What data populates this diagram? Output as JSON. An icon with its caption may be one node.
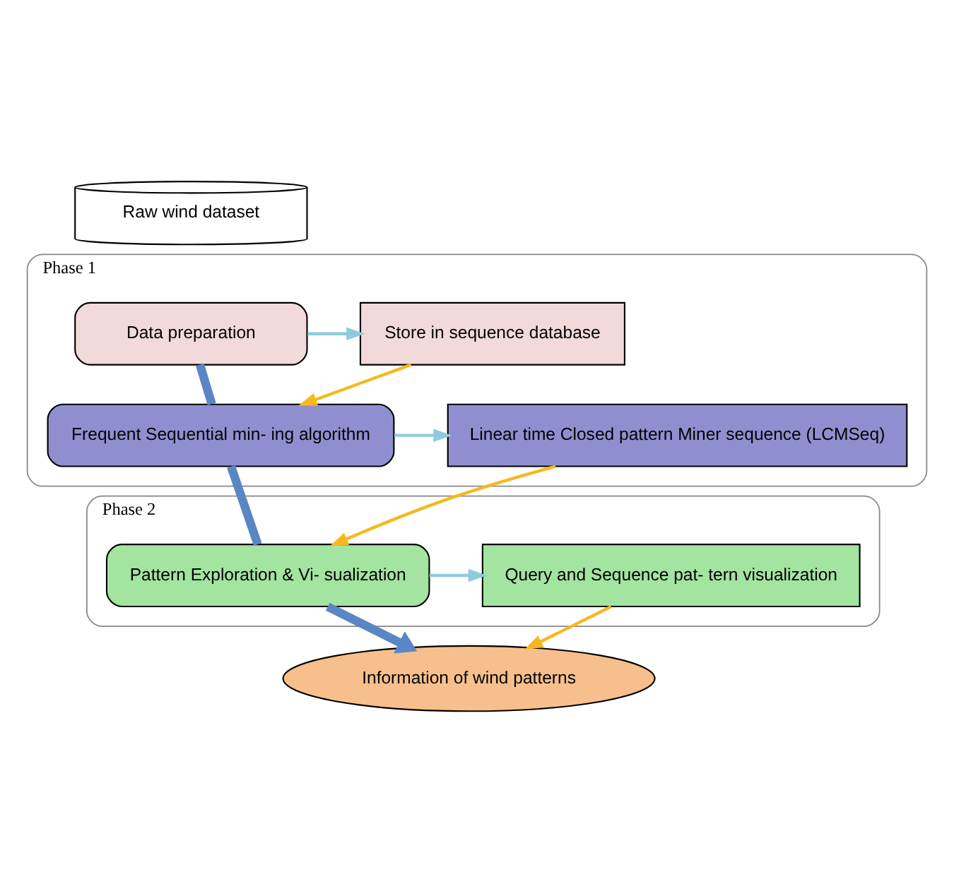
{
  "diagram": {
    "nodes": [
      {
        "text": [
          "Raw wind dataset"
        ]
      },
      {
        "text": [
          "Phase 1"
        ]
      },
      {
        "text": [
          "Data preparation"
        ],
        "in": 1
      },
      {
        "text": [
          "Store in sequence database"
        ],
        "in": 1
      },
      {
        "text": [
          "Frequent Sequential min- ing algorithm"
        ],
        "in": 1
      },
      {
        "text": [
          "Linear time Closed pattern Miner sequence (LCMSeq)"
        ],
        "in": 1
      },
      {
        "text": [
          "Phase 2"
        ]
      },
      {
        "text": [
          "Pattern Exploration & Vi- sualization"
        ],
        "in": 6
      },
      {
        "text": [
          "Query and Sequence pat- tern visualization"
        ],
        "in": 6
      },
      {
        "text": [
          "Information of wind patterns"
        ]
      }
    ],
    "edges": [
      {
        "from": 2,
        "to": 3,
        "arrow": "to",
        "color": "#8ecbdc"
      },
      {
        "from": 2,
        "to": 4,
        "arrow": "none",
        "style": "thick",
        "color": "#5b86c4"
      },
      {
        "from": 3,
        "to": 4,
        "arrow": "to",
        "color": "#f5b91e"
      },
      {
        "from": 4,
        "to": 5,
        "arrow": "to",
        "color": "#8ecbdc"
      },
      {
        "from": 4,
        "to": 7,
        "arrow": "none",
        "style": "thick",
        "color": "#5b86c4"
      },
      {
        "from": 5,
        "to": 7,
        "arrow": "to",
        "color": "#f5b91e"
      },
      {
        "from": 7,
        "to": 8,
        "arrow": "to",
        "color": "#8ecbdc"
      },
      {
        "from": 7,
        "to": 9,
        "arrow": "to",
        "style": "thick",
        "color": "#5b86c4"
      },
      {
        "from": 8,
        "to": 9,
        "arrow": "to",
        "color": "#f5b91e"
      }
    ]
  }
}
